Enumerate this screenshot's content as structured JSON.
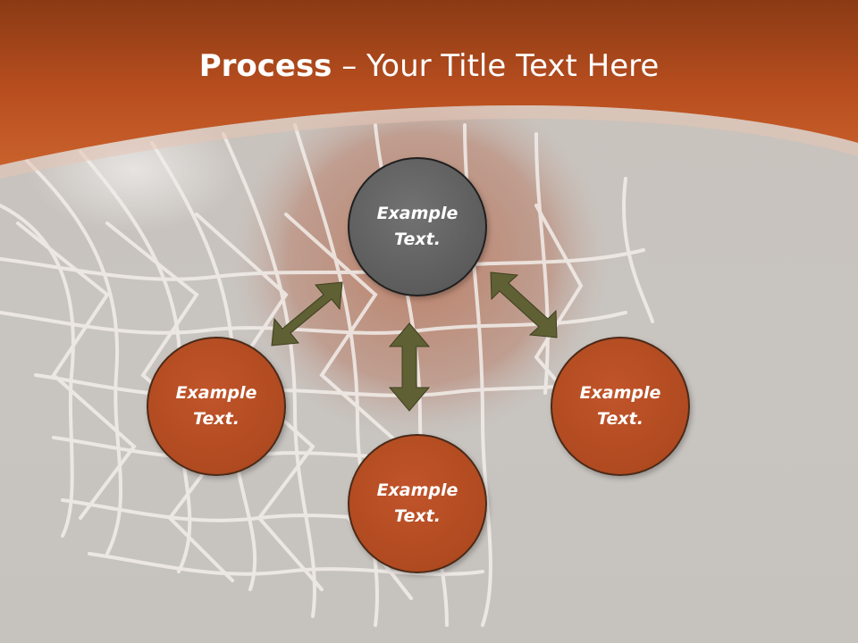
{
  "title": {
    "bold": "Process",
    "rest": " – Your Title Text Here"
  },
  "nodes": {
    "top": "Example\nText.",
    "left": "Example\nText.",
    "right": "Example\nText.",
    "bottom": "Example\nText."
  },
  "colors": {
    "header": "#c4541f",
    "node_orange": "#b04a20",
    "node_gray": "#5c5c5c",
    "arrow": "#5f6033"
  }
}
